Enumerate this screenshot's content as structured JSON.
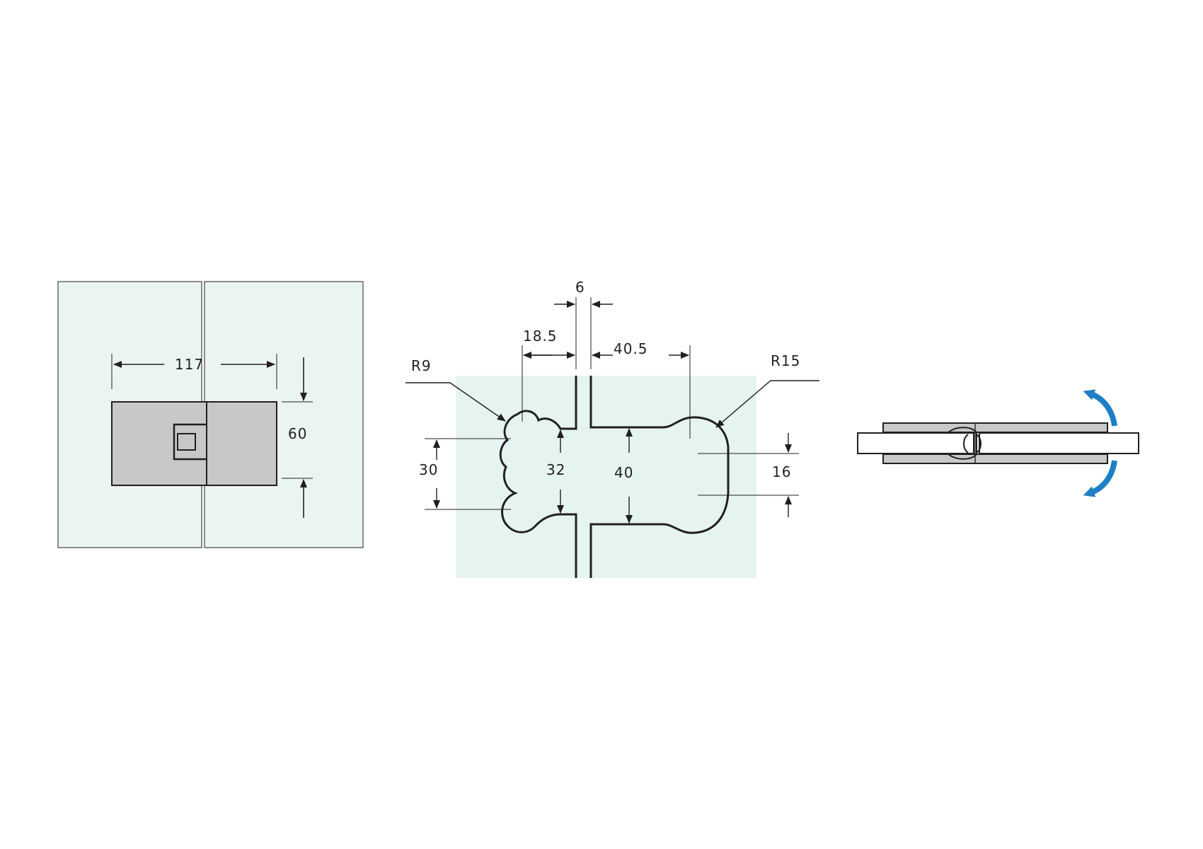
{
  "front_view": {
    "width_dim": "117",
    "height_dim": "60",
    "colors": {
      "glass": "#eaf4f1",
      "hinge_body": "#c8c8ca",
      "outline": "#231f20"
    }
  },
  "cutout_view": {
    "gap_dim": "6",
    "left_offset_dim": "18.5",
    "right_offset_dim": "40.5",
    "small_radius": "R9",
    "large_radius": "R15",
    "small_spacing_dim": "30",
    "small_neck_dim": "32",
    "large_neck_dim": "40",
    "large_spacing_dim": "16",
    "colors": {
      "glass": "#e5f4f1",
      "outline": "#231f20"
    }
  },
  "section_view": {
    "rotation_indicator": "bidirectional-rotation-arrows",
    "colors": {
      "arrow": "#1f7fc4",
      "plate": "#c8c8ca",
      "outline": "#231f20"
    }
  }
}
